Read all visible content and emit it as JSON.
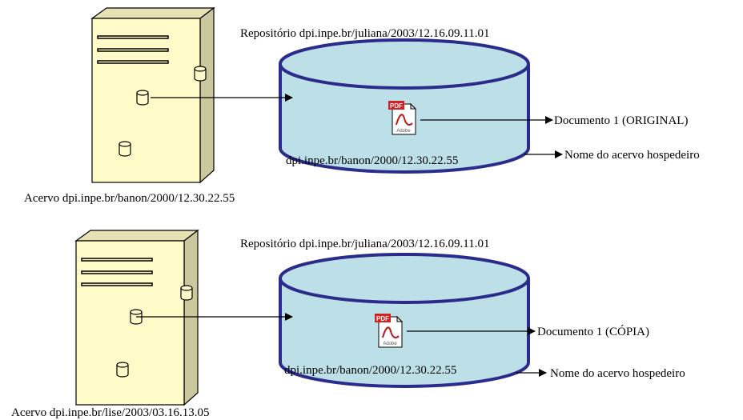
{
  "diagrams": [
    {
      "server_label": "Acervo dpi.inpe.br/banon/2000/12.30.22.55",
      "repository_title": "Repositório dpi.inpe.br/juliana/2003/12.16.09.11.01",
      "host_id": "dpi.inpe.br/banon/2000/12.30.22.55",
      "document_label": "Documento 1 (ORIGINAL)",
      "host_label": "Nome do acervo hospedeiro",
      "pdf_icon": "pdf-document-icon",
      "pdf_icon_text": {
        "badge": "PDF",
        "brand": "Adobe"
      }
    },
    {
      "server_label": "Acervo dpi.inpe.br/lise/2003/03.16.13.05",
      "repository_title": "Repositório dpi.inpe.br/juliana/2003/12.16.09.11.01",
      "host_id": "dpi.inpe.br/banon/2000/12.30.22.55",
      "document_label": "Documento 1 (CÓPIA)",
      "host_label": "Nome do acervo hospedeiro",
      "pdf_icon": "pdf-document-icon",
      "pdf_icon_text": {
        "badge": "PDF",
        "brand": "Adobe"
      }
    }
  ],
  "colors": {
    "server_front": "#fffbc8",
    "server_side": "#ccc89e",
    "server_top": "#e6e2b4",
    "cylinder_fill": "#bde0e8",
    "cylinder_stroke": "#2b2b8c",
    "line": "#000000"
  }
}
